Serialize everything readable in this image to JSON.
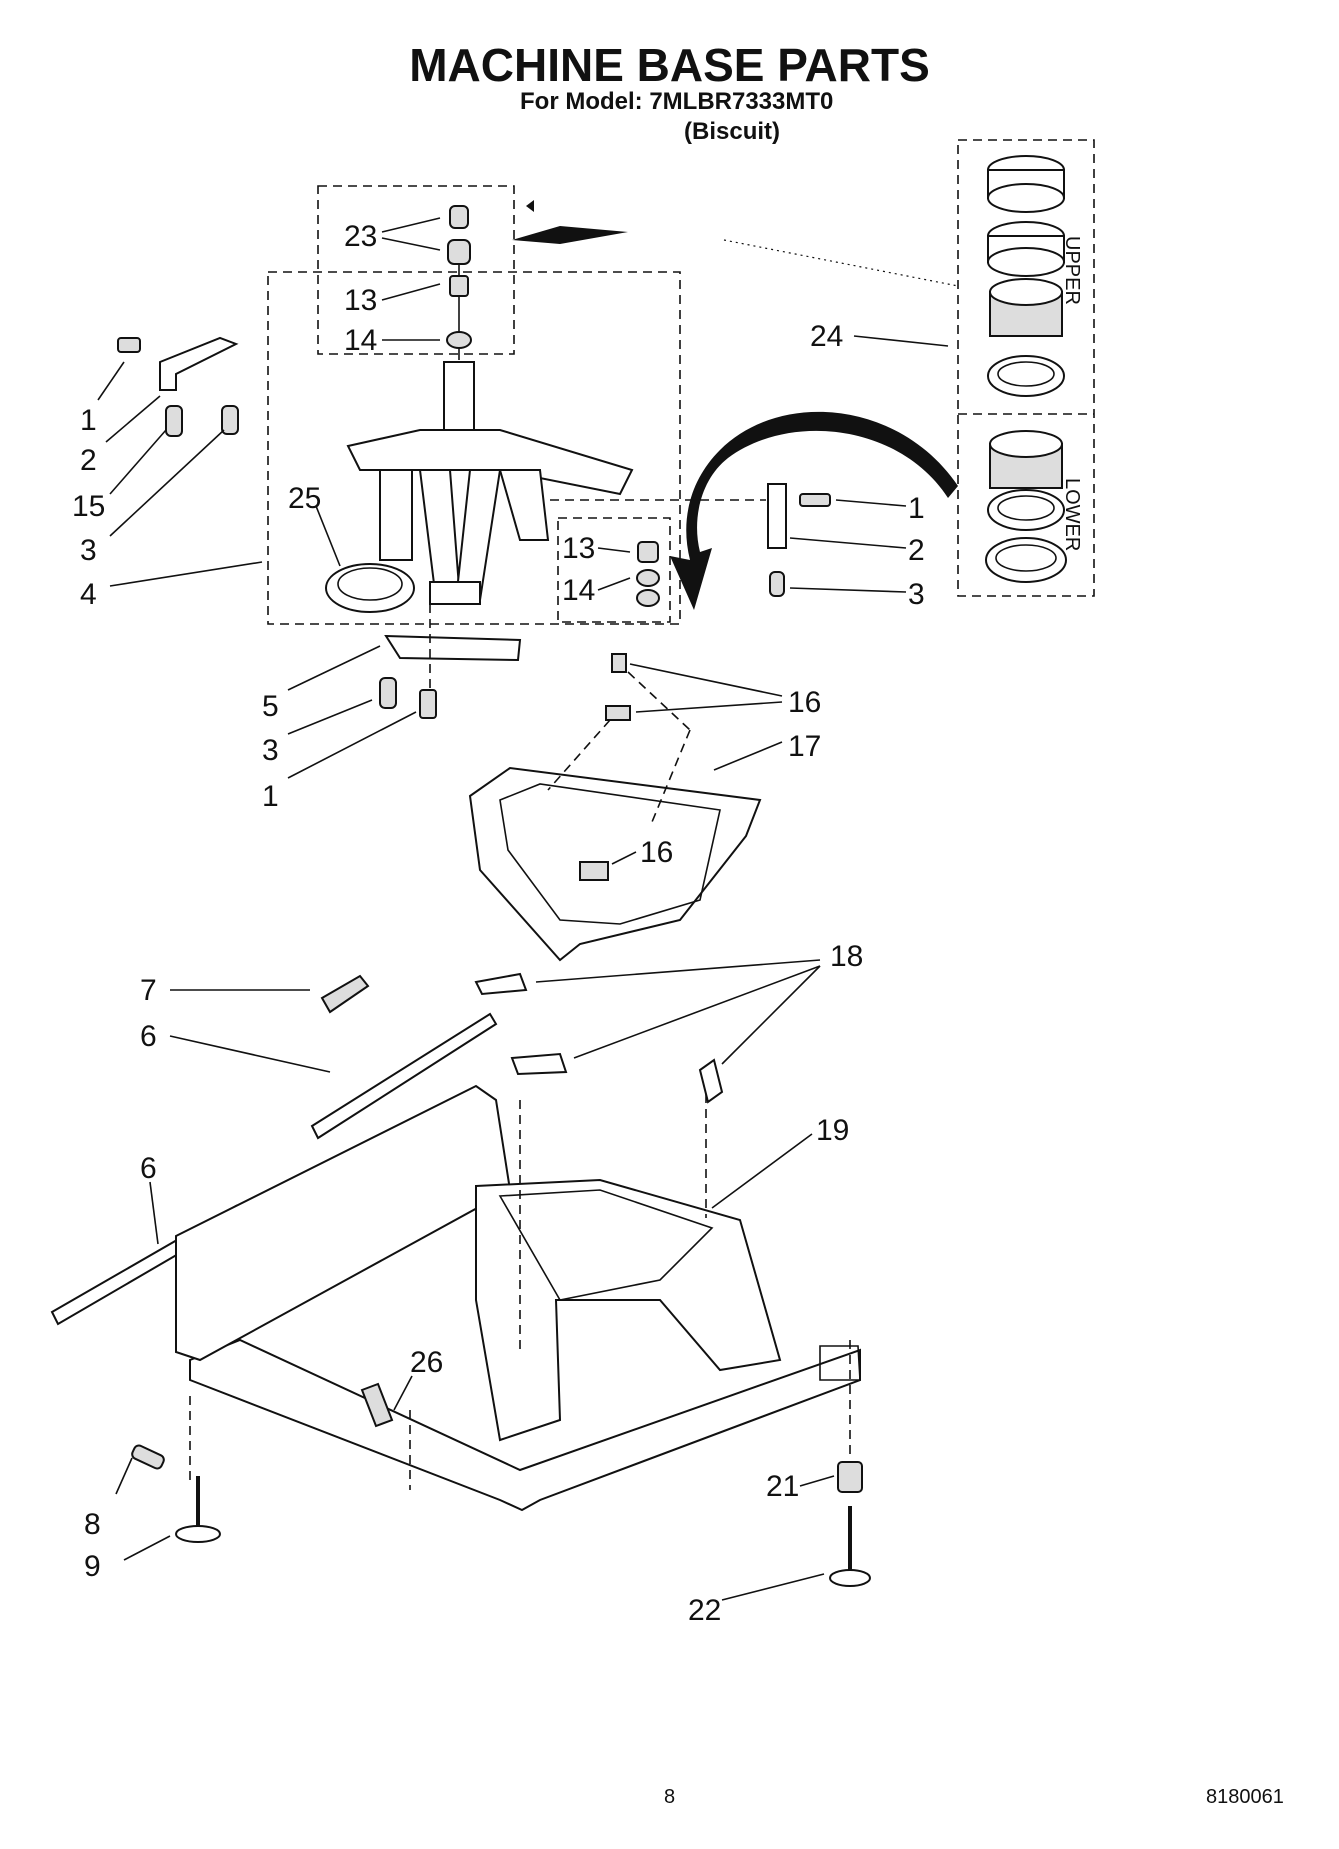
{
  "header": {
    "title": "MACHINE BASE PARTS",
    "model_line": "For Model: 7MLBR7333MT0",
    "color_line": "(Biscuit)"
  },
  "footer": {
    "page_number": "8",
    "doc_number": "8180061"
  },
  "inset": {
    "upper_label": "UPPER",
    "lower_label": "LOWER"
  },
  "callouts": {
    "c23": "23",
    "c13a": "13",
    "c14a": "14",
    "c24": "24",
    "c1a": "1",
    "c2a": "2",
    "c15": "15",
    "c3a": "3",
    "c4": "4",
    "c25": "25",
    "c13b": "13",
    "c14b": "14",
    "c1b": "1",
    "c2b": "2",
    "c3b": "3",
    "c5": "5",
    "c3c": "3",
    "c1c": "1",
    "c16a": "16",
    "c17": "17",
    "c16b": "16",
    "c7": "7",
    "c6a": "6",
    "c18": "18",
    "c19": "19",
    "c6b": "6",
    "c26": "26",
    "c8": "8",
    "c9": "9",
    "c21": "21",
    "c22": "22"
  }
}
